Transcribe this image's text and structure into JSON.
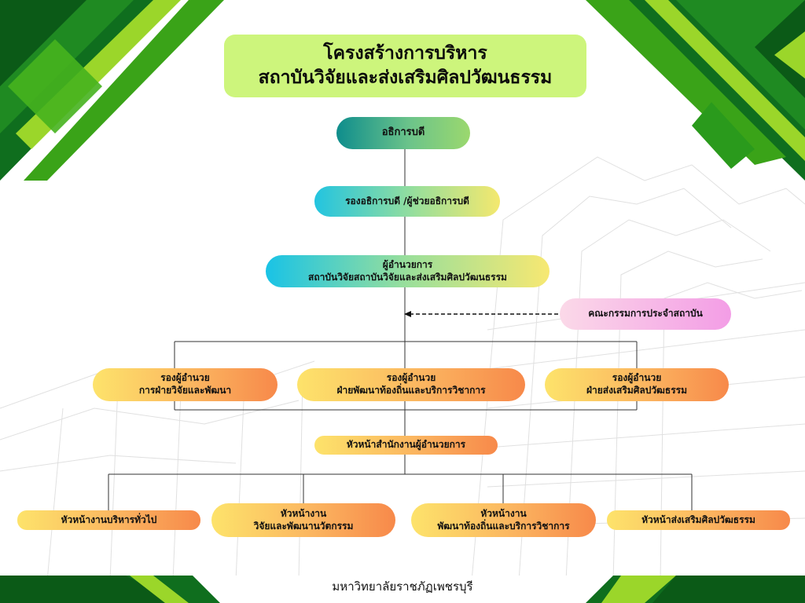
{
  "title": {
    "line1": "โครงสร้างการบริหาร",
    "line2": "สถาบันวิจัยและส่งเสริมศิลปวัฒนธรรม"
  },
  "nodes": {
    "president": "อธิการบดี",
    "vice_president": "รองอธิการบดี /ผู้ช่วยอธิการบดี",
    "director": {
      "line1": "ผู้อำนวยการ",
      "line2": "สถาบันวิจัยสถาบันวิจัยและส่งเสริมศิลปวัฒนธรรม"
    },
    "committee": "คณะกรรมการประจำสถาบัน",
    "deputies": [
      {
        "line1": "รองผู้อำนวย",
        "line2": "การฝ่ายวิจัยและพัฒนา"
      },
      {
        "line1": "รองผู้อำนวย",
        "line2": "ฝ่ายพัฒนาท้องถิ่นและบริการวิชาการ"
      },
      {
        "line1": "รองผู้อำนวย",
        "line2": "ฝ่ายส่งเสริมศิลปวัฒธรรม"
      }
    ],
    "office_head": "หัวหน้าสำนักงานผู้อำนวยการ",
    "heads": [
      {
        "line1": "หัวหน้างานบริหารทั่วไป",
        "line2": ""
      },
      {
        "line1": "หัวหน้างาน",
        "line2": "วิจัยและพัฒนานวัตกรรม"
      },
      {
        "line1": "หัวหน้างาน",
        "line2": "พัฒนาท้องถิ่นและบริการวิชาการ"
      },
      {
        "line1": "หัวหน้าส่งเสริมศิลปวัฒธรรม",
        "line2": ""
      }
    ]
  },
  "footer": "มหาวิทยาลัยราชภัฏเพชรบุรี",
  "colors": {
    "dark_green": "#0f6e1e",
    "mid_green": "#3aa318",
    "lime": "#9bd62a",
    "title_bg": "#cdf57c",
    "orange_start": "#fde36b",
    "orange_end": "#f7894a"
  }
}
